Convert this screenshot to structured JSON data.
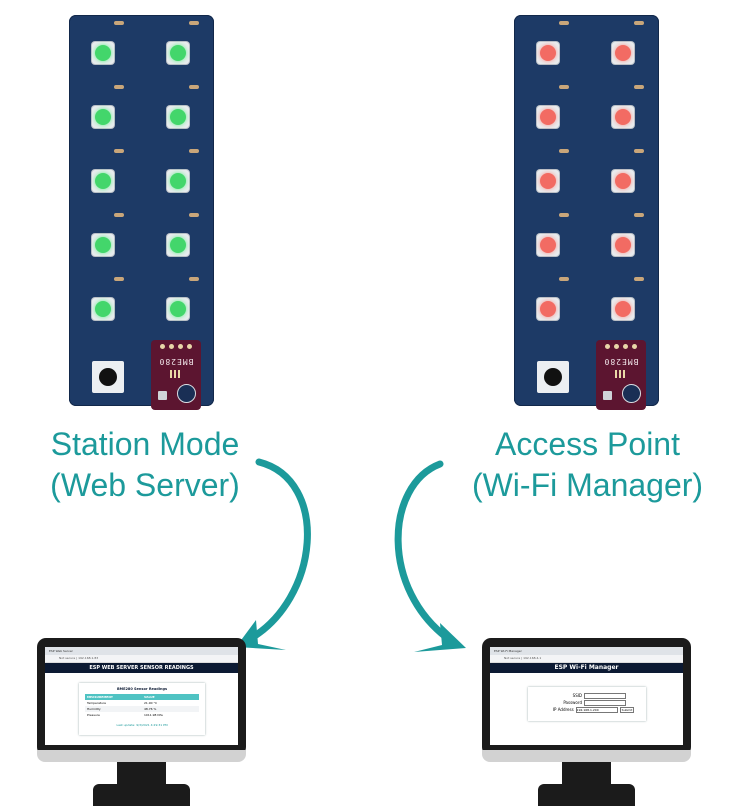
{
  "boards": {
    "left": {
      "led_color": "green",
      "sensor_label": "BME280"
    },
    "right": {
      "led_color": "red",
      "sensor_label": "BME280"
    }
  },
  "labels": {
    "station": [
      "Station Mode",
      "(Web Server)"
    ],
    "access_point": [
      "Access Point",
      "(Wi-Fi Manager)"
    ]
  },
  "left_screen": {
    "tab": "ESP Web Server",
    "url": "Not secure | 192.168.1.83",
    "header": "ESP WEB SERVER SENSOR READINGS",
    "card_title": "BME280 Sensor Readings",
    "columns": [
      "MEASUREMENT",
      "VALUE"
    ],
    "rows": [
      [
        "Temperature",
        "21.90 °C"
      ],
      [
        "Humidity",
        "48.76 %"
      ],
      [
        "Pressure",
        "1011.98 hPa"
      ]
    ],
    "footer": "Last update: 9/3/2021 4:29:31 PM"
  },
  "right_screen": {
    "tab": "ESP Wi-Fi Manager",
    "url": "Not secure | 192.168.4.1",
    "header": "ESP Wi-Fi Manager",
    "fields": [
      "SSID",
      "Password",
      "IP Address"
    ],
    "ip_value": "192.168.1.200",
    "submit": "Submit"
  },
  "colors": {
    "accent": "#1c9a9b",
    "board": "#1d3a66",
    "led_green": "#43d66b",
    "led_red": "#f26b63"
  }
}
